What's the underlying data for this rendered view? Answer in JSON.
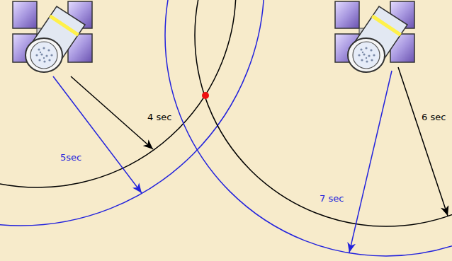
{
  "diagram": {
    "labels": [
      "4 sec",
      "5sec",
      "7 sec",
      "6 sec"
    ]
  }
}
